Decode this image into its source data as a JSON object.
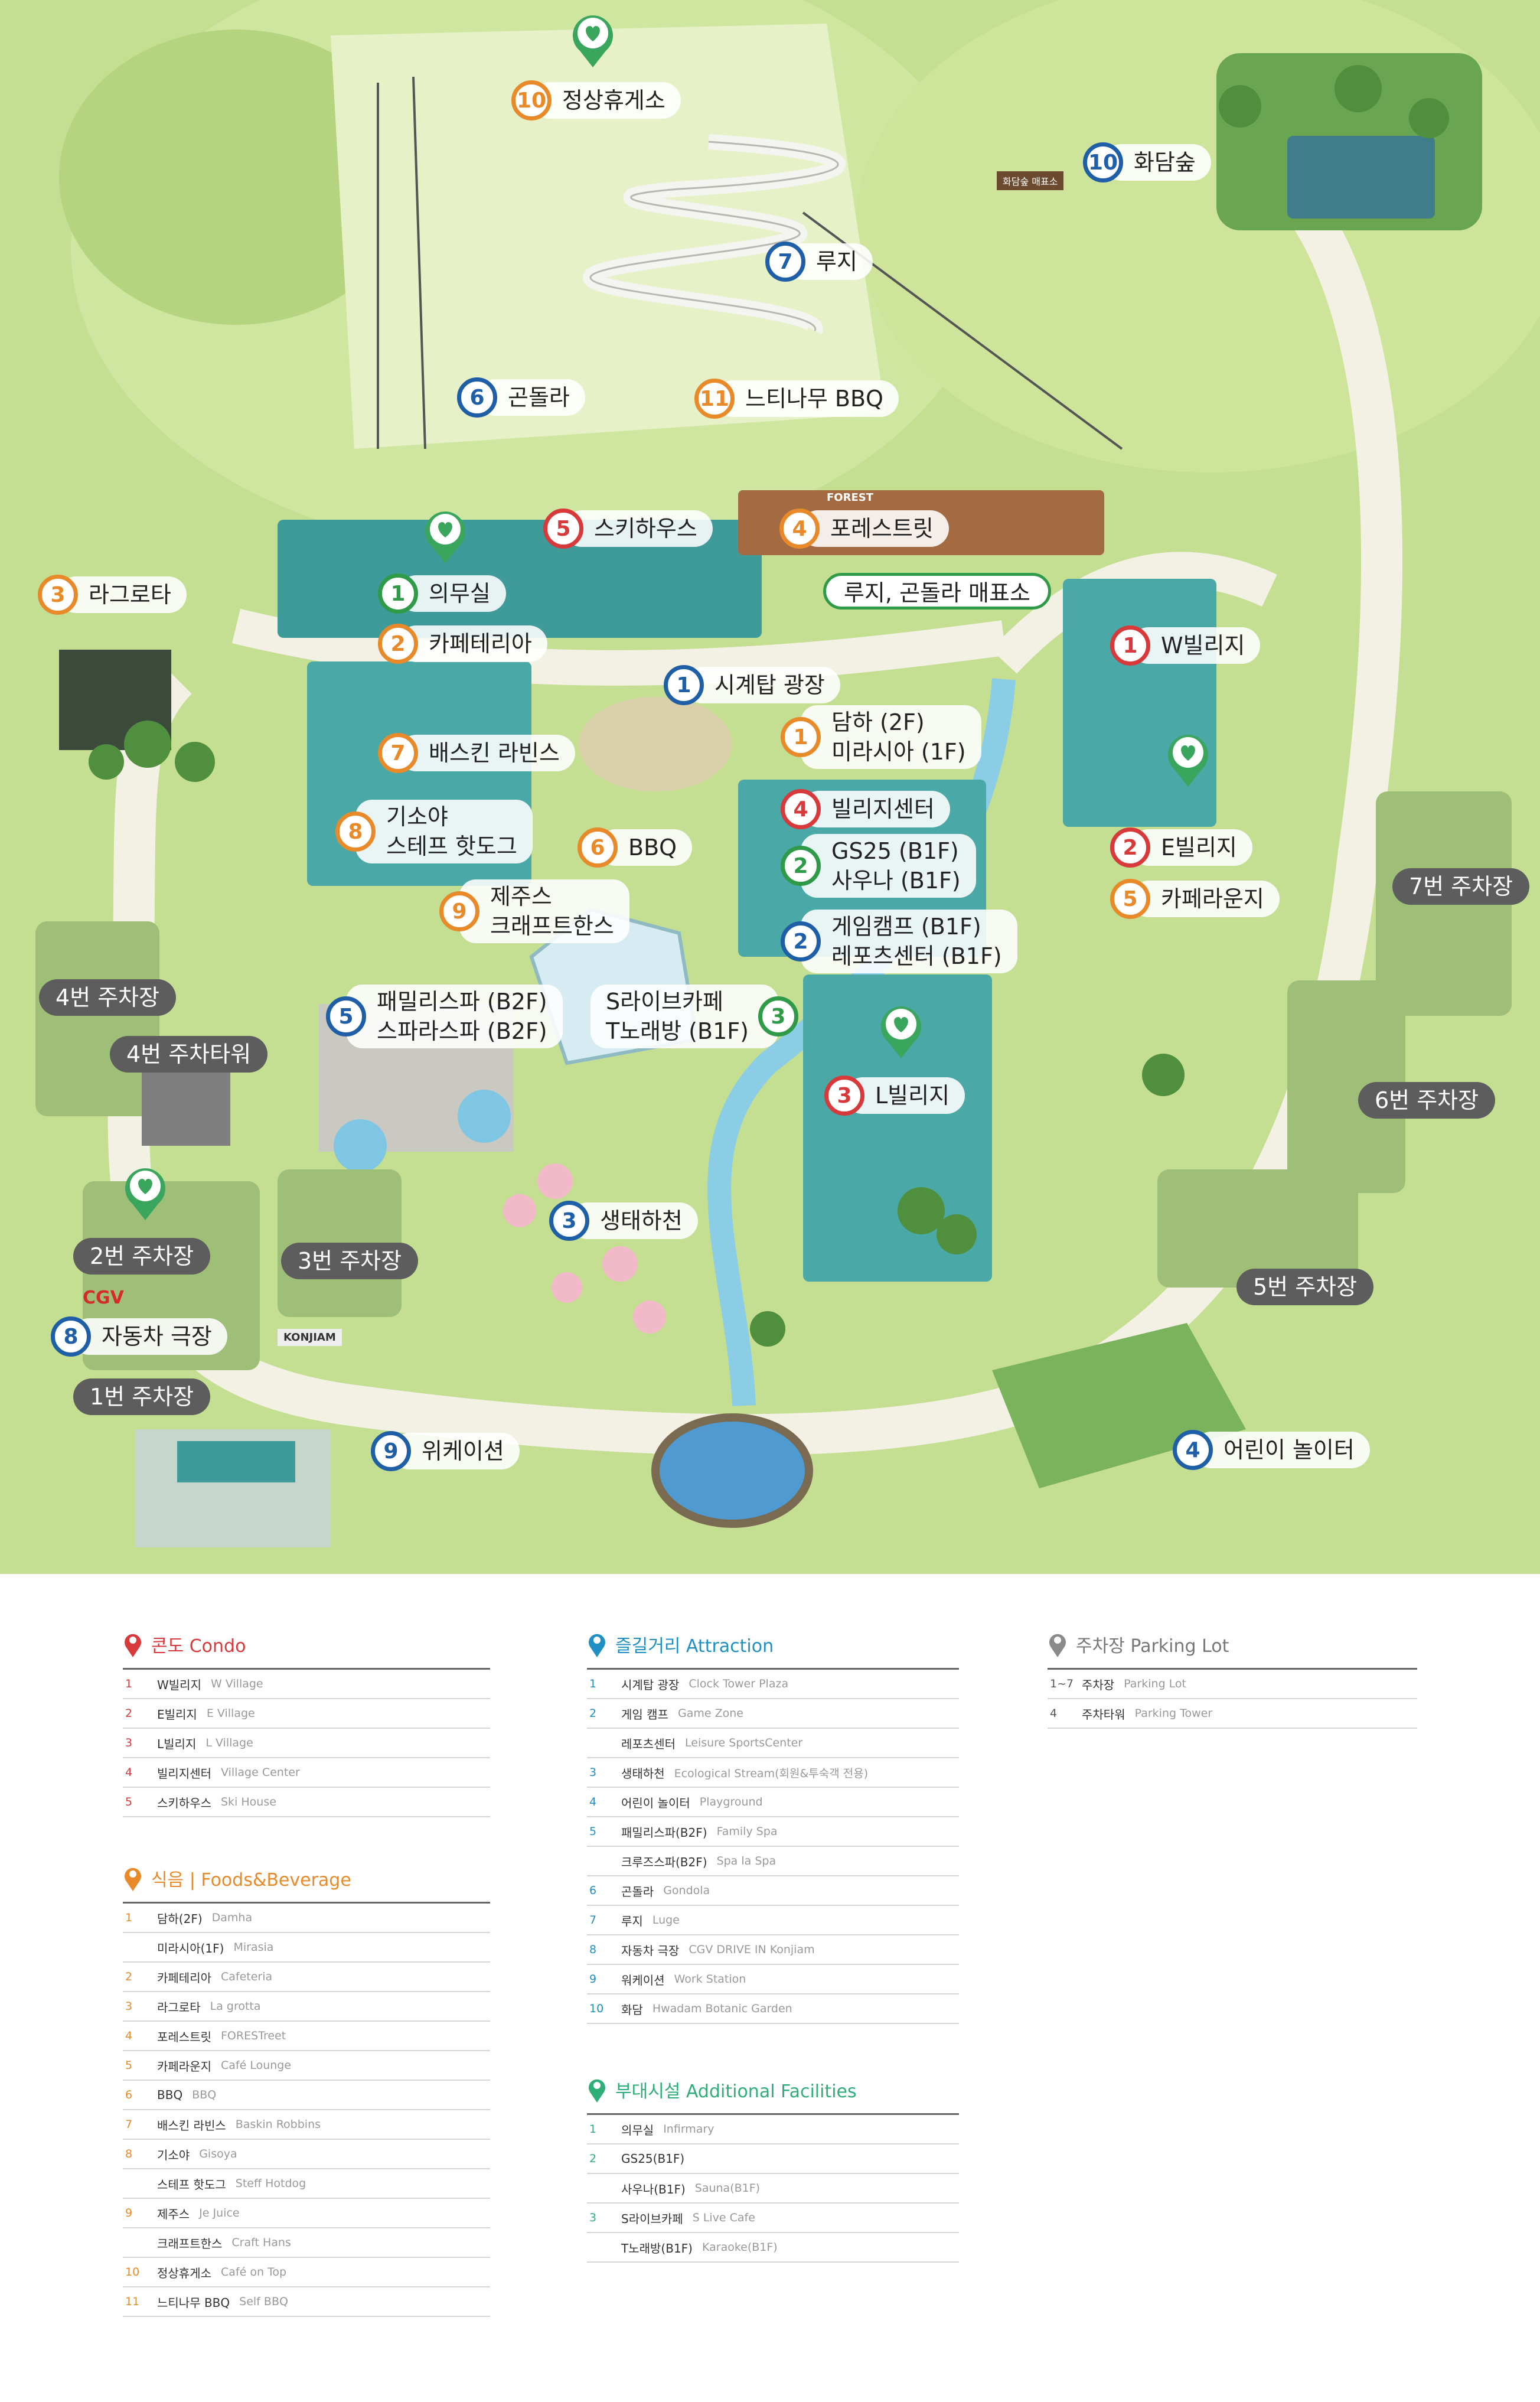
{
  "colors": {
    "condo": "#d8393b",
    "food": "#e88a2a",
    "attraction": "#1f5fa8",
    "facility": "#2f9a48",
    "parking": "#8a8a8a"
  },
  "map": {
    "condo_markers": [
      {
        "num": "1",
        "label": "W빌리지"
      },
      {
        "num": "2",
        "label": "E빌리지"
      },
      {
        "num": "3",
        "label": "L빌리지"
      },
      {
        "num": "4",
        "label": "빌리지센터"
      },
      {
        "num": "5",
        "label": "스키하우스"
      }
    ],
    "food_markers": [
      {
        "num": "1",
        "line1": "담하 (2F)",
        "line2": "미라시아 (1F)"
      },
      {
        "num": "2",
        "label": "카페테리아"
      },
      {
        "num": "3",
        "label": "라그로타"
      },
      {
        "num": "4",
        "label": "포레스트릿"
      },
      {
        "num": "5",
        "label": "카페라운지"
      },
      {
        "num": "6",
        "label": "BBQ"
      },
      {
        "num": "7",
        "label": "배스킨 라빈스"
      },
      {
        "num": "8",
        "line1": "기소야",
        "line2": "스테프 핫도그"
      },
      {
        "num": "9",
        "line1": "제주스",
        "line2": "크래프트한스"
      },
      {
        "num": "10",
        "label": "정상휴게소"
      },
      {
        "num": "11",
        "label": "느티나무 BBQ"
      }
    ],
    "attraction_markers": [
      {
        "num": "1",
        "label": "시계탑 광장"
      },
      {
        "num": "2",
        "line1": "게임캠프 (B1F)",
        "line2": "레포츠센터 (B1F)"
      },
      {
        "num": "3",
        "label": "생태하천"
      },
      {
        "num": "4",
        "label": "어린이 놀이터"
      },
      {
        "num": "5",
        "line1": "패밀리스파 (B2F)",
        "line2": "스파라스파 (B2F)"
      },
      {
        "num": "6",
        "label": "곤돌라"
      },
      {
        "num": "7",
        "label": "루지"
      },
      {
        "num": "8",
        "label": "자동차 극장"
      },
      {
        "num": "9",
        "label": "위케이션"
      },
      {
        "num": "10",
        "label": "화담숲"
      }
    ],
    "facility_markers": [
      {
        "num": "1",
        "label": "의무실"
      },
      {
        "num": "2",
        "line1": "GS25 (B1F)",
        "line2": "사우나 (B1F)"
      },
      {
        "num": "3",
        "line1": "S라이브카페",
        "line2": "T노래방 (B1F)"
      }
    ],
    "shop_label": "루지, 곤돌라 매표소",
    "parking": [
      "1번 주차장",
      "2번 주차장",
      "3번 주차장",
      "4번 주차장",
      "4번 주차타워",
      "5번 주차장",
      "6번 주차장",
      "7번 주차장"
    ],
    "signs": [
      "CGV",
      "KONJIAM",
      "FOREST",
      "화담숲 매표소"
    ]
  },
  "legend": {
    "condo": {
      "title": "콘도 Condo",
      "rows": [
        {
          "n": "1",
          "ko": "W빌리지",
          "en": "W Village"
        },
        {
          "n": "2",
          "ko": "E빌리지",
          "en": "E Village"
        },
        {
          "n": "3",
          "ko": "L빌리지",
          "en": "L Village"
        },
        {
          "n": "4",
          "ko": "빌리지센터",
          "en": "Village Center"
        },
        {
          "n": "5",
          "ko": "스키하우스",
          "en": "Ski House"
        }
      ]
    },
    "food": {
      "title": "식음 | Foods&Beverage",
      "rows": [
        {
          "n": "1",
          "ko": "담하(2F)",
          "en": "Damha"
        },
        {
          "n": "",
          "ko": "미라시아(1F)",
          "en": "Mirasia"
        },
        {
          "n": "2",
          "ko": "카페테리아",
          "en": "Cafeteria"
        },
        {
          "n": "3",
          "ko": "라그로타",
          "en": "La grotta"
        },
        {
          "n": "4",
          "ko": "포레스트릿",
          "en": "FORESTreet"
        },
        {
          "n": "5",
          "ko": "카페라운지",
          "en": "Café Lounge"
        },
        {
          "n": "6",
          "ko": "BBQ",
          "en": "BBQ"
        },
        {
          "n": "7",
          "ko": "배스킨 라빈스",
          "en": "Baskin Robbins"
        },
        {
          "n": "8",
          "ko": "기소야",
          "en": "Gisoya"
        },
        {
          "n": "",
          "ko": "스테프 핫도그",
          "en": "Steff Hotdog"
        },
        {
          "n": "9",
          "ko": "제주스",
          "en": "Je Juice"
        },
        {
          "n": "",
          "ko": "크래프트한스",
          "en": "Craft Hans"
        },
        {
          "n": "10",
          "ko": "정상휴게소",
          "en": "Café on Top"
        },
        {
          "n": "11",
          "ko": "느티나무 BBQ",
          "en": "Self BBQ"
        }
      ]
    },
    "attraction": {
      "title": "즐길거리 Attraction",
      "rows": [
        {
          "n": "1",
          "ko": "시계탑 광장",
          "en": "Clock Tower Plaza"
        },
        {
          "n": "2",
          "ko": "게임 캠프",
          "en": "Game Zone"
        },
        {
          "n": "",
          "ko": "레포츠센터",
          "en": "Leisure SportsCenter"
        },
        {
          "n": "3",
          "ko": "생태하천",
          "en": "Ecological Stream(회원&투숙객 전용)"
        },
        {
          "n": "4",
          "ko": "어린이 놀이터",
          "en": "Playground"
        },
        {
          "n": "5",
          "ko": "패밀리스파(B2F)",
          "en": "Family Spa"
        },
        {
          "n": "",
          "ko": "크루즈스파(B2F)",
          "en": "Spa la Spa"
        },
        {
          "n": "6",
          "ko": "곤돌라",
          "en": "Gondola"
        },
        {
          "n": "7",
          "ko": "루지",
          "en": "Luge"
        },
        {
          "n": "8",
          "ko": "자동차 극장",
          "en": "CGV DRIVE IN Konjiam"
        },
        {
          "n": "9",
          "ko": "워케이션",
          "en": "Work Station"
        },
        {
          "n": "10",
          "ko": "화담",
          "en": "Hwadam Botanic Garden"
        }
      ]
    },
    "facility": {
      "title": "부대시설 Additional Facilities",
      "rows": [
        {
          "n": "1",
          "ko": "의무실",
          "en": "Infirmary"
        },
        {
          "n": "2",
          "ko": "GS25(B1F)",
          "en": ""
        },
        {
          "n": "",
          "ko": "사우나(B1F)",
          "en": "Sauna(B1F)"
        },
        {
          "n": "3",
          "ko": "S라이브카페",
          "en": "S Live Cafe"
        },
        {
          "n": "",
          "ko": "T노래방(B1F)",
          "en": "Karaoke(B1F)"
        }
      ]
    },
    "parking": {
      "title": "주차장 Parking Lot",
      "rows": [
        {
          "n": "1~7",
          "ko": "주차장",
          "en": "Parking Lot"
        },
        {
          "n": "4",
          "ko": "주차타워",
          "en": "Parking Tower"
        }
      ]
    }
  }
}
